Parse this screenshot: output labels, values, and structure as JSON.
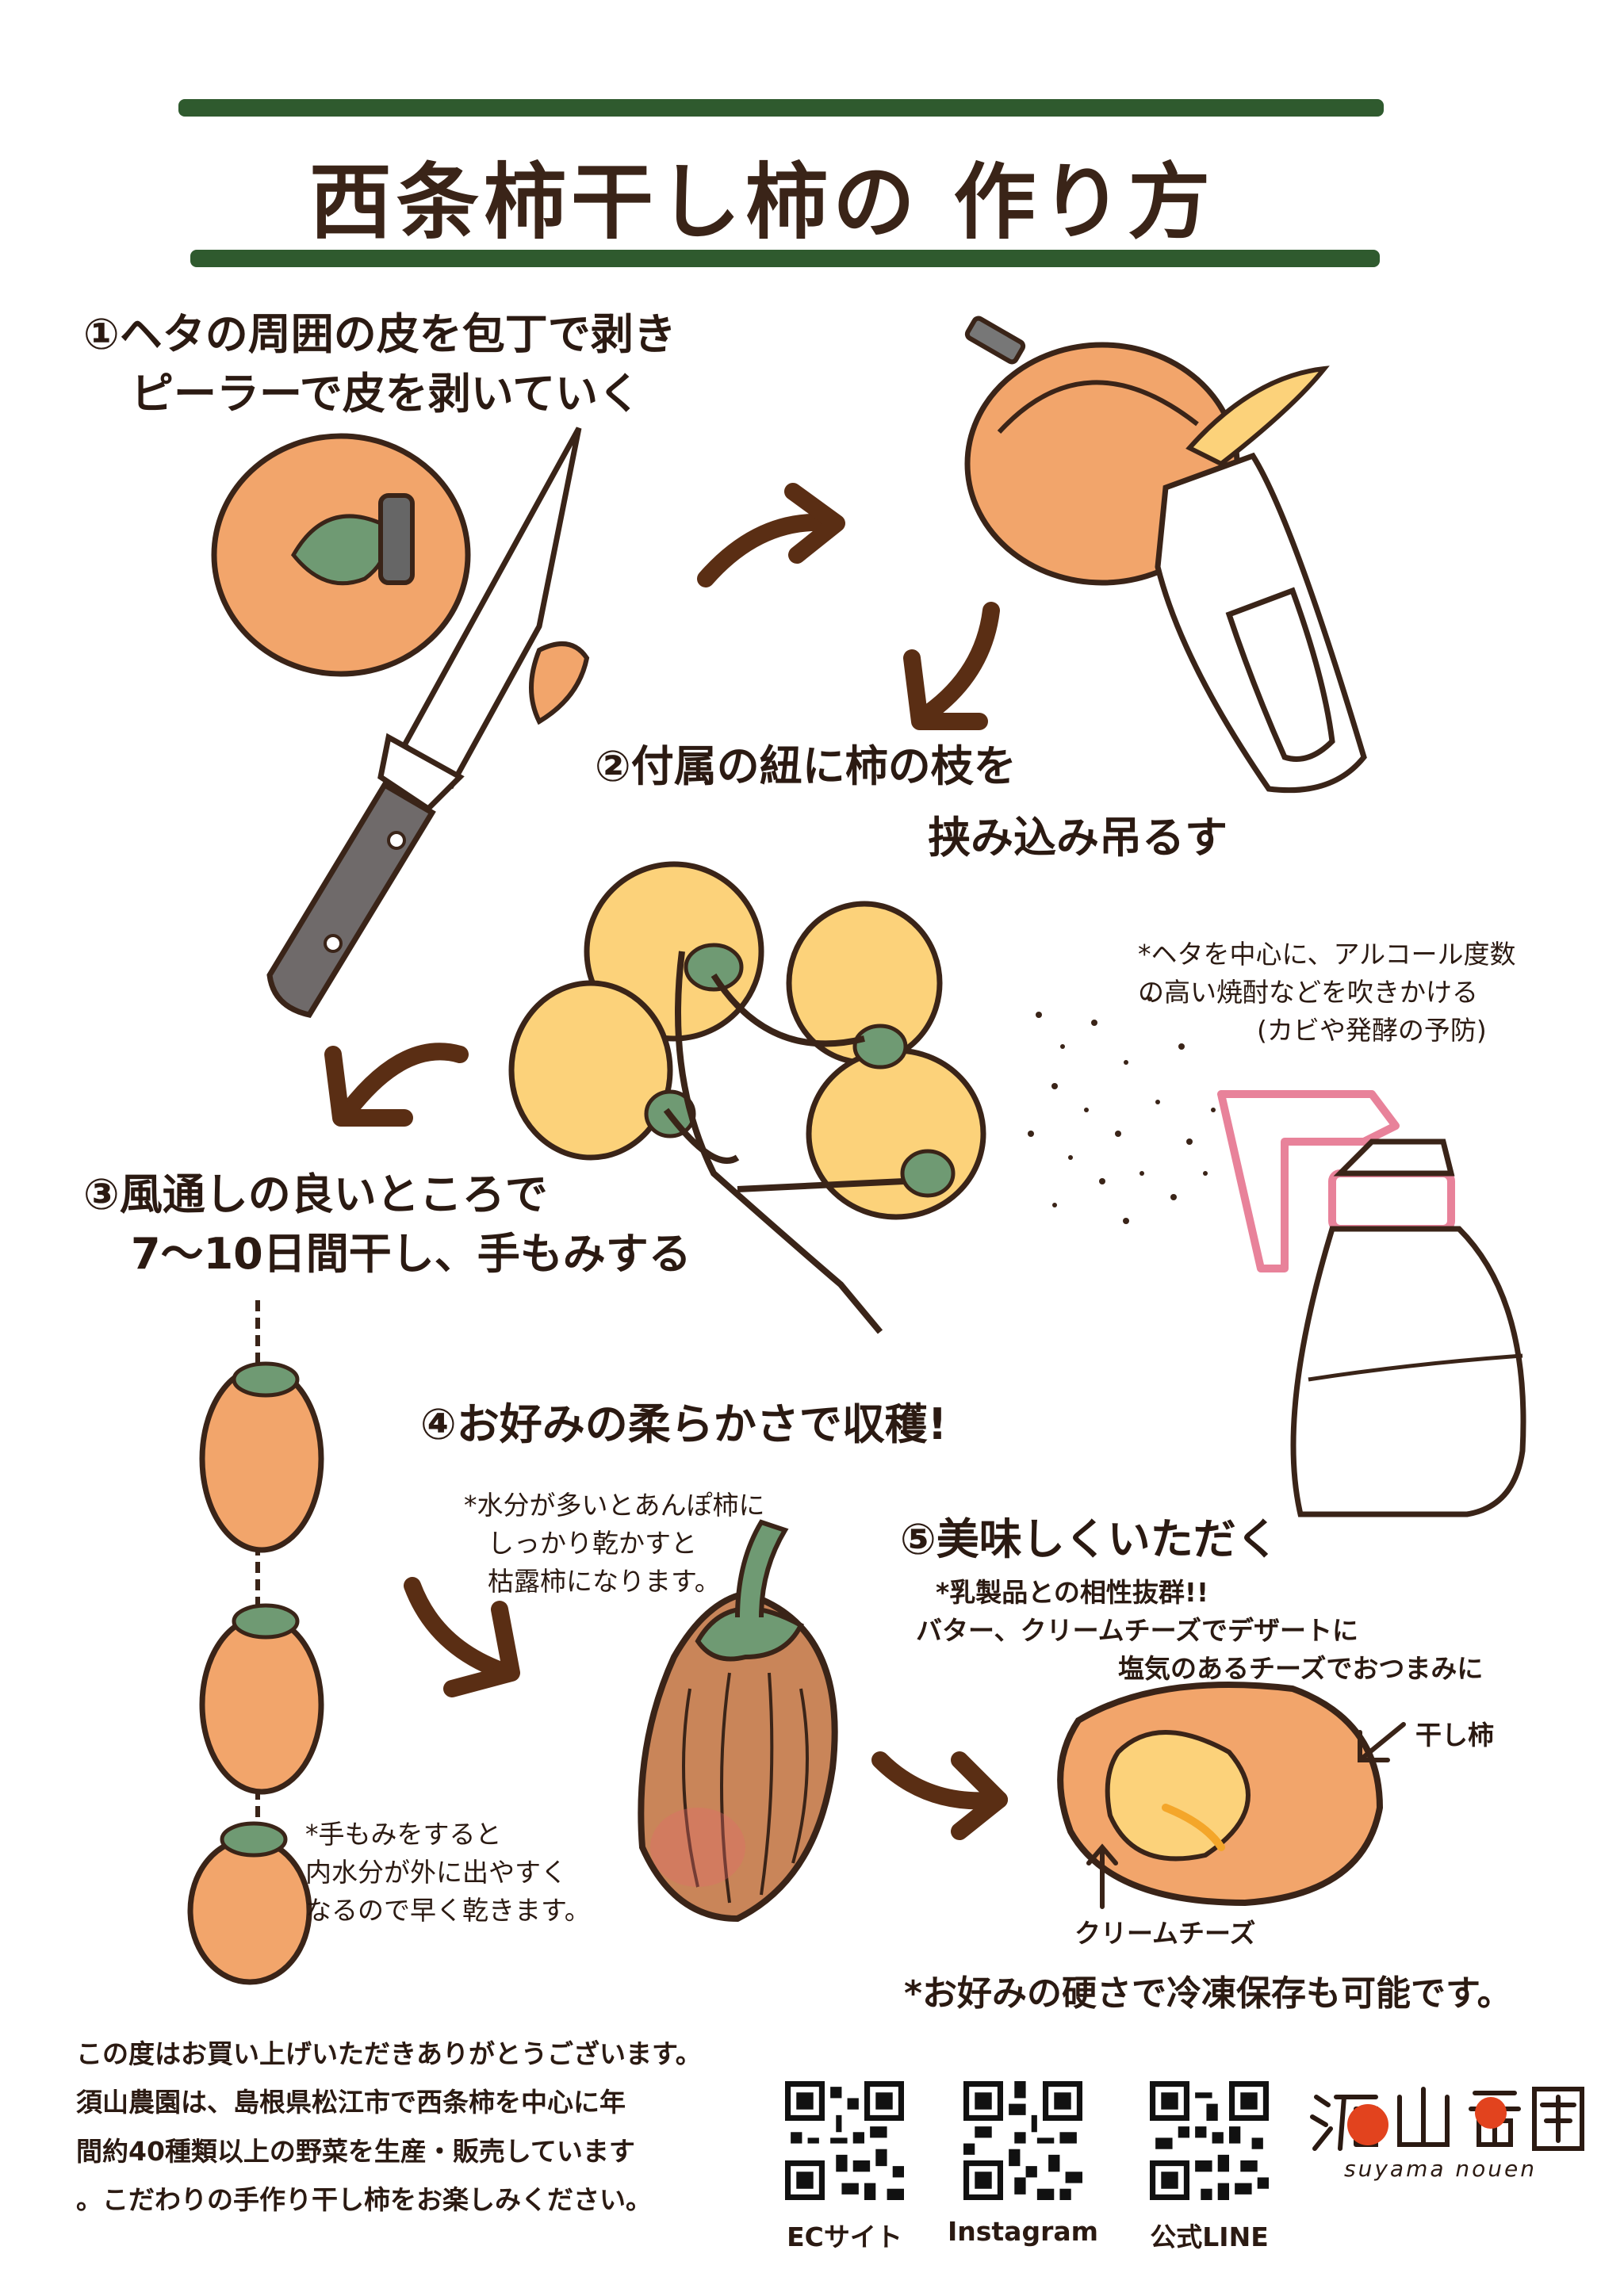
{
  "title": "西条柿干し柿の 作り方",
  "steps": [
    {
      "line1": "①ヘタの周囲の皮を包丁で剥き",
      "line2": "ピーラーで皮を剥いていく"
    },
    {
      "line1": "②付属の紐に柿の枝を",
      "line2": "挟み込み吊るす"
    },
    {
      "line1": "③風通しの良いところで",
      "line2": "7〜10日間干し、手もみする"
    },
    {
      "line1": "④お好みの柔らかさで収穫!"
    },
    {
      "line1": "⑤美味しくいただく"
    }
  ],
  "notes": {
    "spray": [
      "*ヘタを中心に、アルコール度数",
      "の高い焼酎などを吹きかける",
      "(カビや発酵の予防)"
    ],
    "massage": [
      "*手もみをすると",
      "内水分が外に出やすく",
      "なるので早く乾きます。"
    ],
    "moisture": [
      "*水分が多いとあんぽ柿に",
      "しっかり乾かすと",
      "枯露柿になります。"
    ],
    "dairy": [
      "*乳製品との相性抜群!!",
      "バター、クリームチーズでデザートに",
      "塩気のあるチーズでおつまみに"
    ],
    "label_hoshigaki": "干し柿",
    "label_cream": "クリームチーズ",
    "freeze": "*お好みの硬さで冷凍保存も可能です。"
  },
  "footer": [
    "この度はお買い上げいただきありがとうございます。",
    "須山農園は、島根県松江市で西条柿を中心に年",
    "間約40種類以上の野菜を生産・販売しています",
    "。こだわりの手作り干し柿をお楽しみください。"
  ],
  "qr_codes": [
    {
      "label": "ECサイト"
    },
    {
      "label": "Instagram"
    },
    {
      "label": "公式LINE"
    }
  ],
  "logo": {
    "romaji": "suyama nouen"
  },
  "colors": {
    "accent_green": "#2f5a2e",
    "ink_brown": "#5a2e14",
    "persimmon": "#f2a56b",
    "persimmon_yellow": "#fcd27a",
    "calyx_green": "#6f9a73",
    "logo_red": "#e2431e"
  }
}
